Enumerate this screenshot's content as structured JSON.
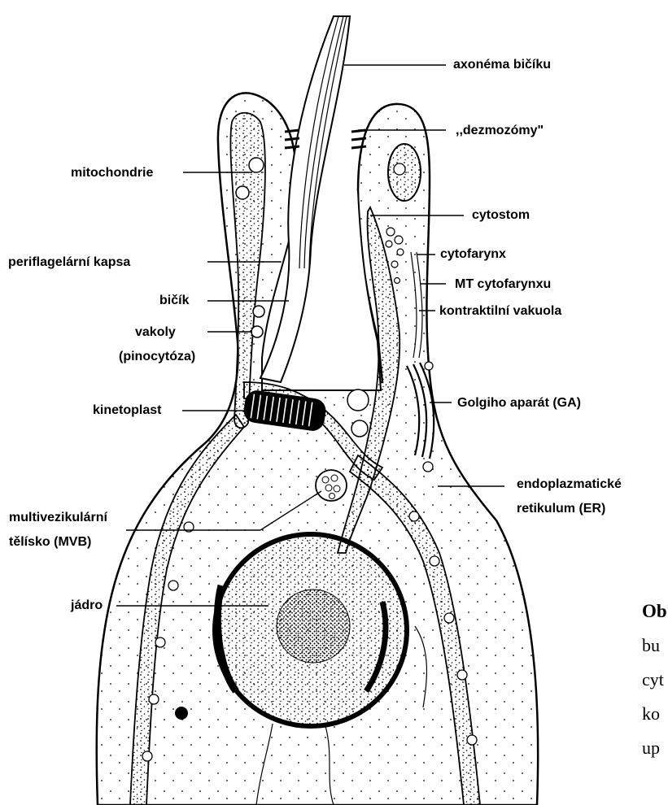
{
  "labels": {
    "axonema": "axonéma bičíku",
    "dezmozomy": ",,dezmozómy\"",
    "mitochondrie": "mitochondrie",
    "cytostom": "cytostom",
    "periflagelarni": "periflagelární kapsa",
    "cytofarynx": "cytofarynx",
    "mt_cytofarynxu": "MT cytofarynxu",
    "bicik": "bičík",
    "kontraktilni": "kontraktilní vakuola",
    "vakoly": "vakoly",
    "pinocytoza": "(pinocytóza)",
    "kinetoplast": "kinetoplast",
    "golgi": "Golgiho aparát (GA)",
    "er_line1": "endoplazmatické",
    "er_line2": "retikulum (ER)",
    "mvb_line1": "multivezikulární",
    "mvb_line2": "tělísko (MVB)",
    "jadro": "jádro"
  },
  "caption": {
    "line1": "Ob",
    "line2": "bu",
    "line3": "cyt",
    "line4": "ko",
    "line5": "up"
  }
}
